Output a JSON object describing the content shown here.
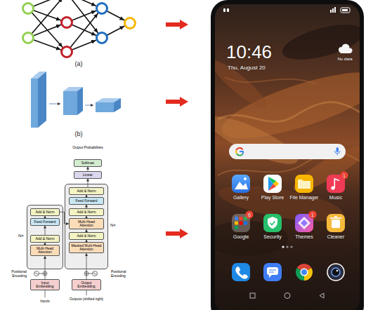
{
  "diagram": {
    "nodes": [
      {
        "text": [
          "Softmax"
        ]
      },
      {
        "text": [
          "Linear"
        ]
      },
      {
        "text": [
          "N×"
        ]
      },
      {
        "text": [
          "Add & Norm"
        ],
        "in": 2
      },
      {
        "text": [
          "Feed Forward"
        ],
        "in": 2
      },
      {
        "text": [
          "Add & Norm"
        ],
        "in": 2
      },
      {
        "text": [
          "Multi-Head Attention"
        ],
        "in": 2
      },
      {
        "text": [
          "Add & Norm"
        ],
        "in": 2
      },
      {
        "text": [
          "Masked Multi-Head Attention"
        ],
        "in": 2
      },
      {
        "text": [
          "N×"
        ]
      },
      {
        "text": [
          "Add & Norm"
        ],
        "in": 9
      },
      {
        "text": [
          "Feed Forward"
        ],
        "in": 9
      },
      {
        "text": [
          "Add & Norm"
        ],
        "in": 9
      },
      {
        "text": [
          "Multi-Head Attention"
        ],
        "in": 9
      },
      {
        "text": [
          "Input Embedding"
        ]
      },
      {
        "text": [
          "Output Embedding"
        ]
      }
    ],
    "edges": [
      {
        "from": 1,
        "to": 0,
        "arrow": "to"
      },
      {
        "from": 3,
        "to": 1,
        "arrow": "to"
      },
      {
        "from": 4,
        "to": 3,
        "arrow": "to"
      },
      {
        "from": 5,
        "to": 4,
        "arrow": "to"
      },
      {
        "from": 6,
        "to": 5,
        "arrow": "to"
      },
      {
        "from": 7,
        "to": 6,
        "arrow": "to"
      },
      {
        "from": 8,
        "to": 7,
        "arrow": "to"
      },
      {
        "from": 15,
        "to": 8,
        "arrow": "to"
      },
      {
        "from": 14,
        "to": 13,
        "arrow": "to"
      },
      {
        "from": 13,
        "to": 12,
        "arrow": "to"
      },
      {
        "from": 12,
        "to": 11,
        "arrow": "to"
      },
      {
        "from": 11,
        "to": 10,
        "arrow": "to"
      },
      {
        "from": 10,
        "to": 6,
        "arrow": "to"
      }
    ],
    "labels": [
      "(a)",
      "(b)",
      "Output Probabilities",
      "Positional Encoding",
      "Positional Encoding",
      "Inputs",
      "Outputs (shifted right)",
      "10:46",
      "Thu, August 20",
      "No data",
      "Gallery",
      "Play Store",
      "File Manager",
      "Music",
      "Google",
      "Security",
      "Themes",
      "Cleaner",
      "1",
      "6",
      "1"
    ]
  }
}
